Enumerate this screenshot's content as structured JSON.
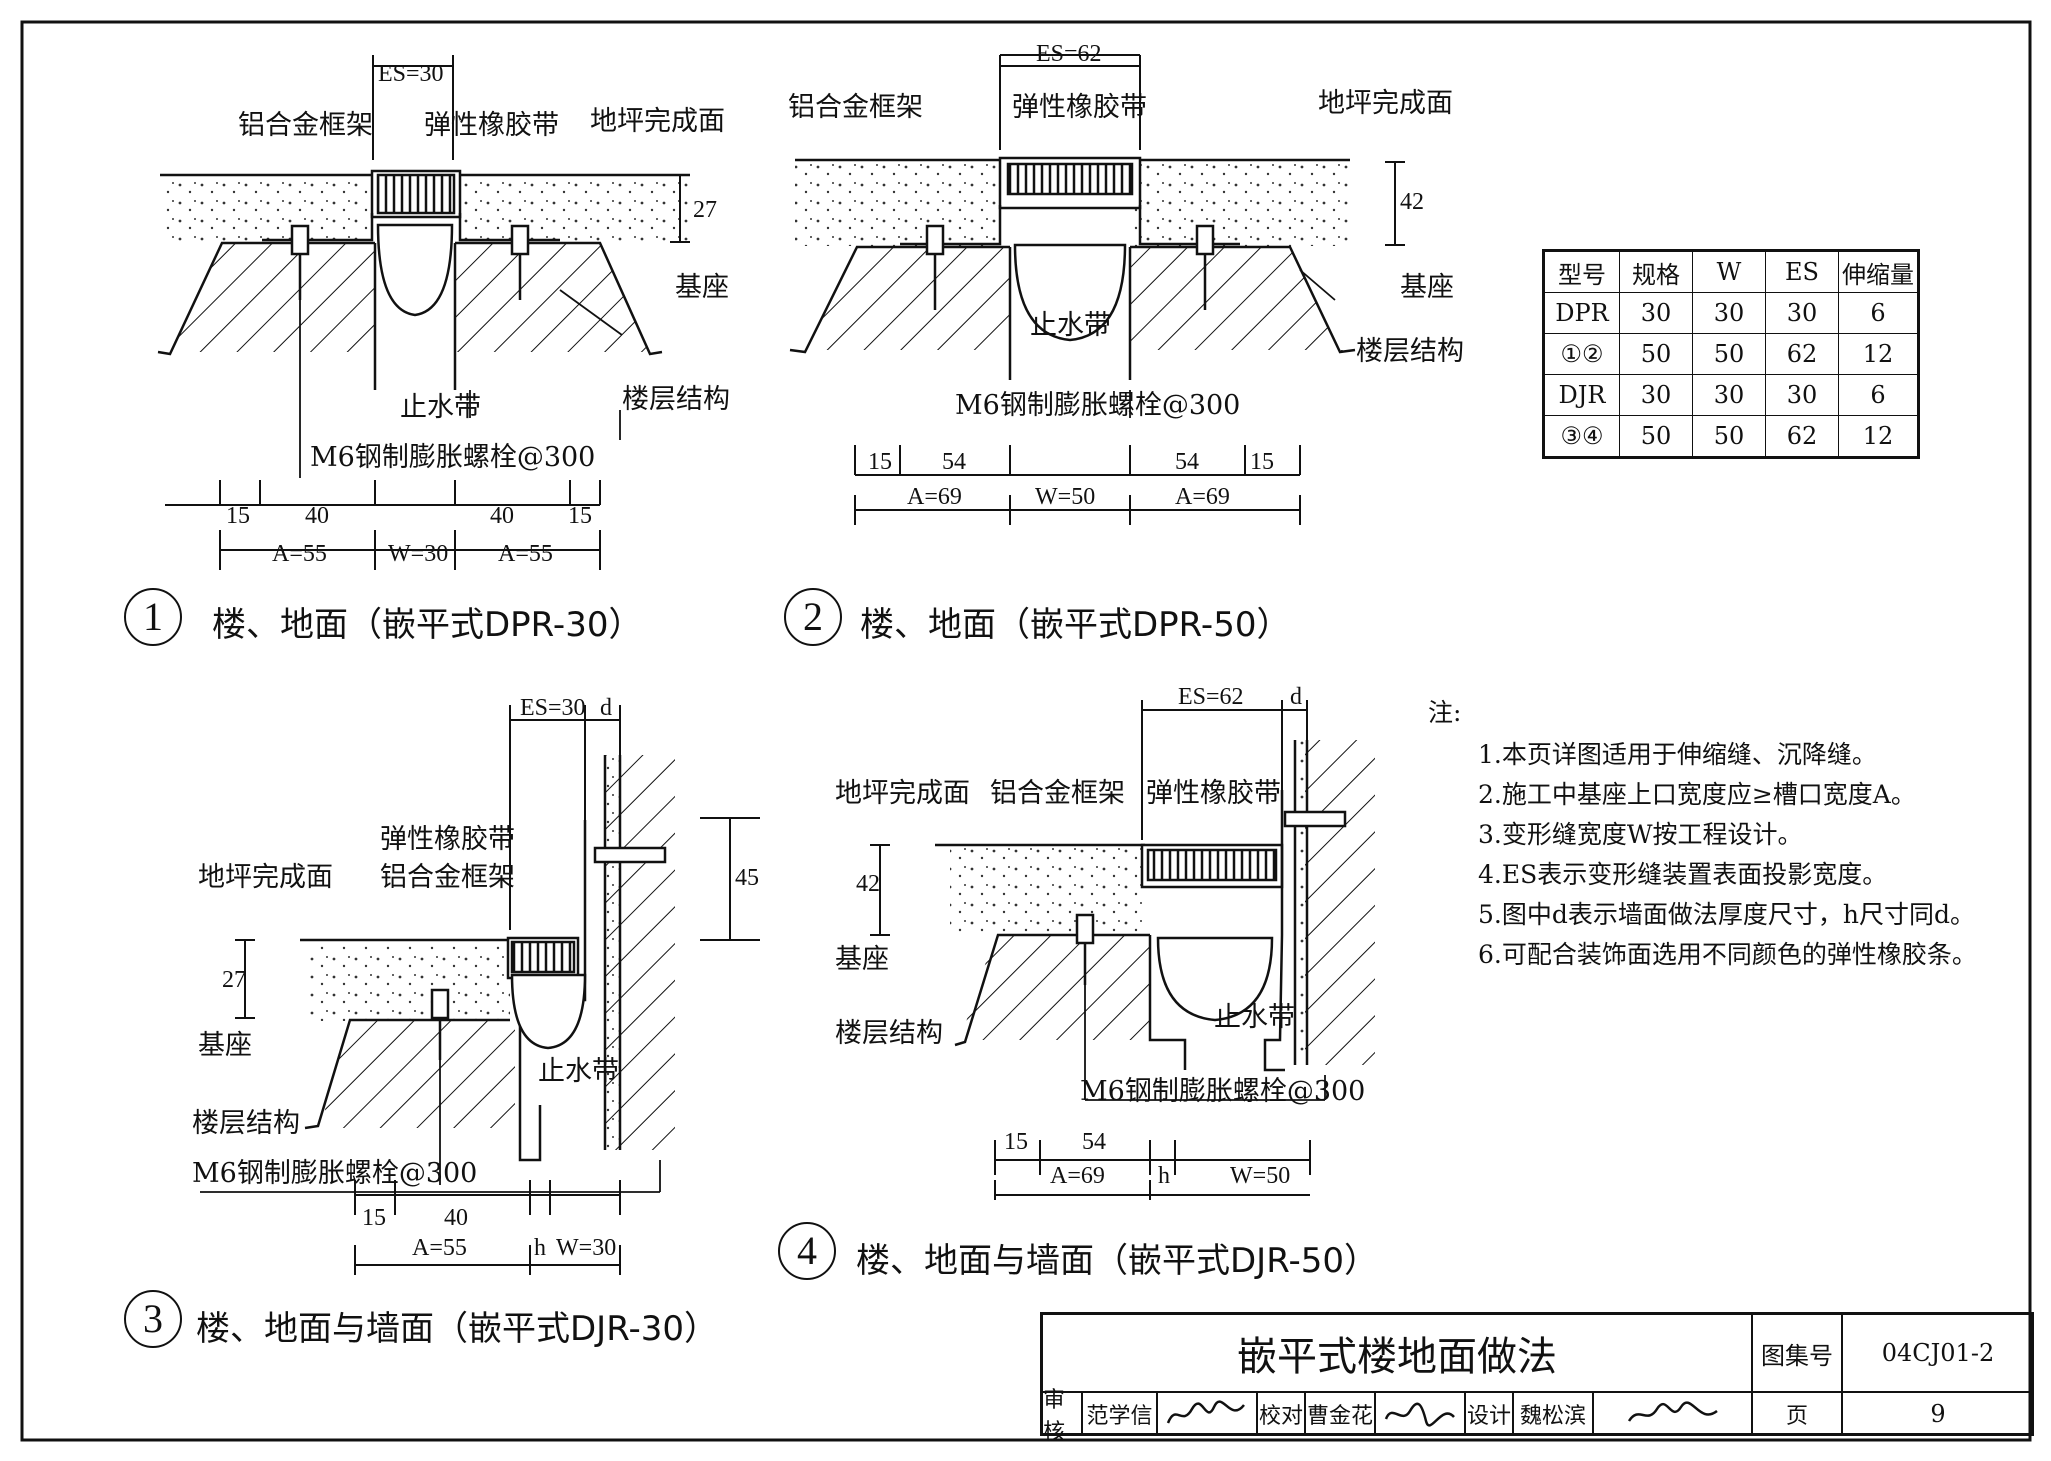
{
  "details": [
    {
      "number": "1",
      "caption": "楼、地面（嵌平式DPR-30）",
      "labels": {
        "frame": "铝合金框架",
        "rubber": "弹性橡胶带",
        "finish": "地坪完成面",
        "base": "基座",
        "waterstop": "止水带",
        "structure": "楼层结构",
        "bolt": "M6钢制膨胀螺栓@300"
      },
      "dims": {
        "es": "ES=30",
        "h": "27",
        "a1": "15",
        "a2": "40",
        "a": "A=55",
        "w": "W=30",
        "b2": "40",
        "b1": "15",
        "b": "A=55"
      }
    },
    {
      "number": "2",
      "caption": "楼、地面（嵌平式DPR-50）",
      "labels": {
        "frame": "铝合金框架",
        "rubber": "弹性橡胶带",
        "finish": "地坪完成面",
        "base": "基座",
        "waterstop": "止水带",
        "structure": "楼层结构",
        "bolt": "M6钢制膨胀螺栓@300"
      },
      "dims": {
        "es": "ES=62",
        "h": "42",
        "a1": "15",
        "a2": "54",
        "a": "A=69",
        "w": "W=50",
        "b2": "54",
        "b1": "15",
        "b": "A=69"
      }
    },
    {
      "number": "3",
      "caption": "楼、地面与墙面（嵌平式DJR-30）",
      "labels": {
        "rubber": "弹性橡胶带",
        "finish": "地坪完成面",
        "frame": "铝合金框架",
        "base": "基座",
        "waterstop": "止水带",
        "structure": "楼层结构",
        "bolt": "M6钢制膨胀螺栓@300"
      },
      "dims": {
        "es": "ES=30",
        "d": "d",
        "h": "27",
        "wall_h": "45",
        "a1": "15",
        "a2": "40",
        "a": "A=55",
        "hh": "h",
        "w": "W=30"
      }
    },
    {
      "number": "4",
      "caption": "楼、地面与墙面（嵌平式DJR-50）",
      "labels": {
        "finish": "地坪完成面",
        "frame": "铝合金框架",
        "rubber": "弹性橡胶带",
        "base": "基座",
        "structure": "楼层结构",
        "waterstop": "止水带",
        "bolt": "M6钢制膨胀螺栓@300"
      },
      "dims": {
        "es": "ES=62",
        "d": "d",
        "h": "42",
        "a1": "15",
        "a2": "54",
        "a": "A=69",
        "hh": "h",
        "w": "W=50"
      }
    }
  ],
  "spec_table": {
    "headers": [
      "型号",
      "规格",
      "W",
      "ES",
      "伸缩量"
    ],
    "rows": [
      [
        "DPR",
        "30",
        "30",
        "30",
        "6"
      ],
      [
        "①②",
        "50",
        "50",
        "62",
        "12"
      ],
      [
        "DJR",
        "30",
        "30",
        "30",
        "6"
      ],
      [
        "③④",
        "50",
        "50",
        "62",
        "12"
      ]
    ]
  },
  "notes": {
    "title": "注:",
    "items": [
      "1.本页详图适用于伸缩缝、沉降缝。",
      "2.施工中基座上口宽度应≥槽口宽度A。",
      "3.变形缝宽度W按工程设计。",
      "4.ES表示变形缝装置表面投影宽度。",
      "5.图中d表示墙面做法厚度尺寸，h尺寸同d。",
      "6.可配合装饰面选用不同颜色的弹性橡胶条。"
    ]
  },
  "title_block": {
    "title": "嵌平式楼地面做法",
    "atlas_label": "图集号",
    "atlas_no": "04CJ01-2",
    "review_label": "审核",
    "reviewer": "范学信",
    "check_label": "校对",
    "checker": "曹金花",
    "design_label": "设计",
    "designer": "魏松滨",
    "page_label": "页",
    "page_no": "9"
  }
}
